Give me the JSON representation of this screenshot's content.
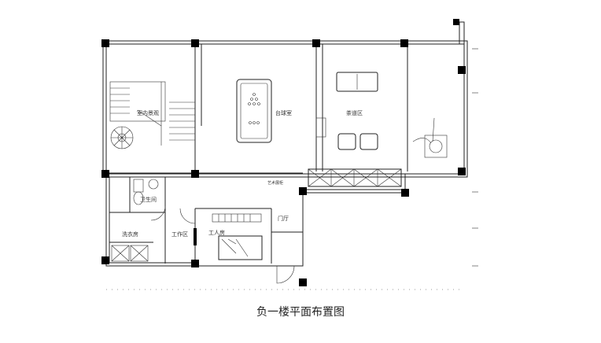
{
  "diagram": {
    "caption": "负一楼平面布置图",
    "rooms": {
      "indoor_garden": "室内景观",
      "billiards": "台球室",
      "tea": "茶道区",
      "bath": "卫生间",
      "laundry": "洗衣房",
      "work": "工作区",
      "maid": "工人房",
      "foyer": "门厅",
      "note": "艺术展柜"
    },
    "colors": {
      "line": "#222222",
      "column": "#000000"
    }
  }
}
